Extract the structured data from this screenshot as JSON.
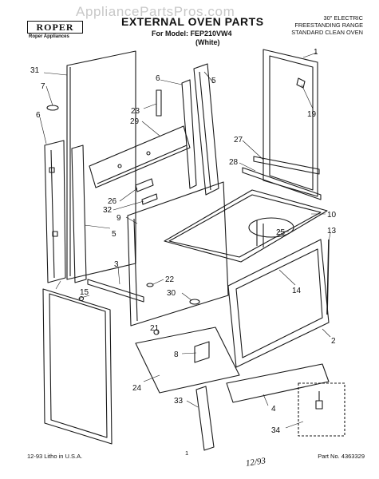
{
  "header": {
    "watermark": "AppliancePartsPros.com",
    "brand": "ROPER",
    "brand_sub": "Roper Appliances",
    "title": "EXTERNAL OVEN PARTS",
    "model": "For Model: FEP210VW4",
    "color": "(White)",
    "desc_line1": "30\" ELECTRIC",
    "desc_line2": "FREESTANDING RANGE",
    "desc_line3": "STANDARD CLEAN OVEN"
  },
  "footer": {
    "date_litho": "12-93 Litho in U.S.A.",
    "mid_mark": "1",
    "handwritten": "12/93",
    "part_no": "Part No. 4363329"
  },
  "callouts": [
    "1",
    "2",
    "3",
    "4",
    "5",
    "5",
    "6",
    "6",
    "7",
    "8",
    "9",
    "10",
    "13",
    "14",
    "15",
    "19",
    "21",
    "22",
    "23",
    "24",
    "25",
    "26",
    "27",
    "28",
    "29",
    "30",
    "31",
    "32",
    "33",
    "34"
  ]
}
